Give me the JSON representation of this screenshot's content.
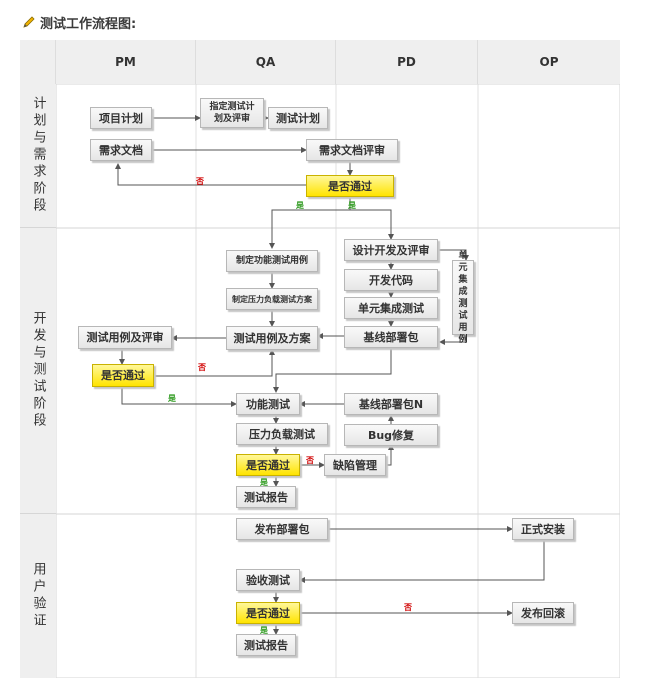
{
  "title": "测试工作流程图:",
  "columns": [
    "PM",
    "QA",
    "PD",
    "OP"
  ],
  "stages": [
    "计划与需求阶段",
    "开发与测试阶段",
    "用户验证"
  ],
  "nodes": {
    "project_plan": "项目计划",
    "assign_test": "指定测试计划及评审",
    "test_plan": "测试计划",
    "req_doc": "需求文档",
    "req_review": "需求文档评审",
    "pass1": "是否通过",
    "design_dev": "设计开发及评审",
    "dev_code": "开发代码",
    "unit_test": "单元集成测试",
    "unit_side": "单元集成测试用例",
    "base_deploy": "基线部署包",
    "func_case": "制定功能测试用例",
    "load_plan": "制定压力负载测试方案",
    "case_plan": "测试用例及方案",
    "case_review": "测试用例及评审",
    "pass2": "是否通过",
    "func_test": "功能测试",
    "base_deploy_n": "基线部署包N",
    "load_test": "压力负载测试",
    "bug_fix": "Bug修复",
    "pass3": "是否通过",
    "defect_mgmt": "缺陷管理",
    "report1": "测试报告",
    "release_pkg": "发布部署包",
    "formal_install": "正式安装",
    "accept_test": "验收测试",
    "pass4": "是否通过",
    "rollback": "发布回滚",
    "report2": "测试报告"
  },
  "labels": {
    "yes": "是",
    "no": "否"
  },
  "colors": {
    "decision": "#ffe400",
    "node": "#eeeeee",
    "yes": "#2e9a1f",
    "no": "#d00000"
  }
}
